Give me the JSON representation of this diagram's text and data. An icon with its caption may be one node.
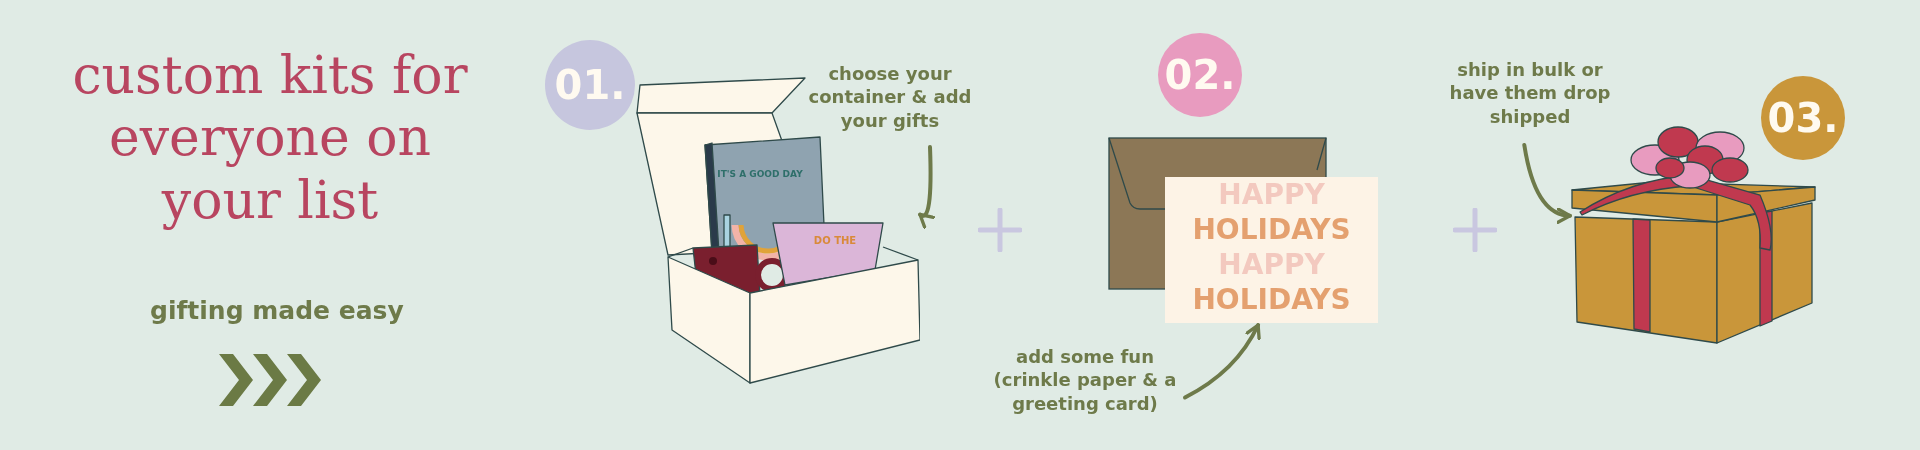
{
  "diagram": {
    "title": "custom kits for everyone on your list",
    "nodes": [
      {
        "text": [
          "choose your container & add your gifts"
        ]
      },
      {
        "text": [],
        "shape": "picture"
      },
      {
        "text": [
          "add some fun (crinkle paper & a greeting card)"
        ]
      },
      {
        "text": [],
        "shape": "picture"
      },
      {
        "text": [
          "ship in bulk or have them drop shipped"
        ]
      },
      {
        "text": [],
        "shape": "picture"
      }
    ],
    "edges": [
      {
        "from": 0,
        "to": 1,
        "arrow": "to"
      },
      {
        "from": 2,
        "to": 3,
        "arrow": "to"
      },
      {
        "from": 4,
        "to": 5,
        "arrow": "to"
      }
    ],
    "labels": [
      "gifting made easy",
      "01.",
      "IT'S A GOOD DAY",
      "DO THE",
      "02.",
      "HAPPY",
      "HOLIDAYS",
      "HAPPY",
      "HOLIDAYS",
      "03."
    ]
  }
}
